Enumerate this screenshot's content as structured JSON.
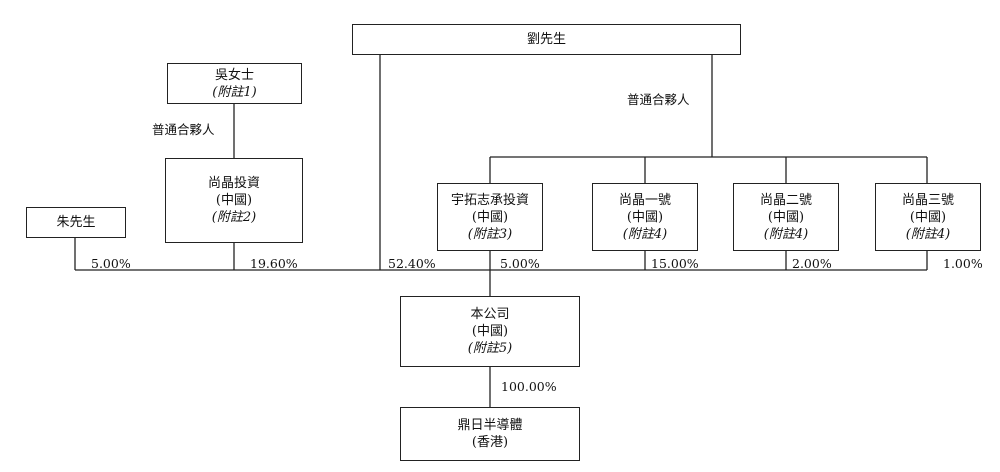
{
  "entities": {
    "mr_liu": {
      "name": "劉先生"
    },
    "ms_wu": {
      "name": "吳女士",
      "note": "(附註1)"
    },
    "shangjing_investment": {
      "name": "尚晶投資",
      "region": "(中國)",
      "note": "(附註2)"
    },
    "mr_zhu": {
      "name": "朱先生"
    },
    "yutuo": {
      "name": "宇拓志承投資",
      "region": "(中國)",
      "note": "(附註3)"
    },
    "shangjing_one": {
      "name": "尚晶一號",
      "region": "(中國)",
      "note": "(附註4)"
    },
    "shangjing_two": {
      "name": "尚晶二號",
      "region": "(中國)",
      "note": "(附註4)"
    },
    "shangjing_three": {
      "name": "尚晶三號",
      "region": "(中國)",
      "note": "(附註4)"
    },
    "company": {
      "name": "本公司",
      "region": "(中國)",
      "note": "(附註5)"
    },
    "dingri": {
      "name": "鼎日半導體",
      "region": "(香港)"
    }
  },
  "relationship_labels": {
    "gp_left": "普通合夥人",
    "gp_right": "普通合夥人"
  },
  "shareholdings": {
    "mr_zhu": "5.00%",
    "shangjing_investment": "19.60%",
    "mr_liu": "52.40%",
    "yutuo": "5.00%",
    "shangjing_one": "15.00%",
    "shangjing_two": "2.00%",
    "shangjing_three": "1.00%",
    "dingri": "100.00%"
  }
}
